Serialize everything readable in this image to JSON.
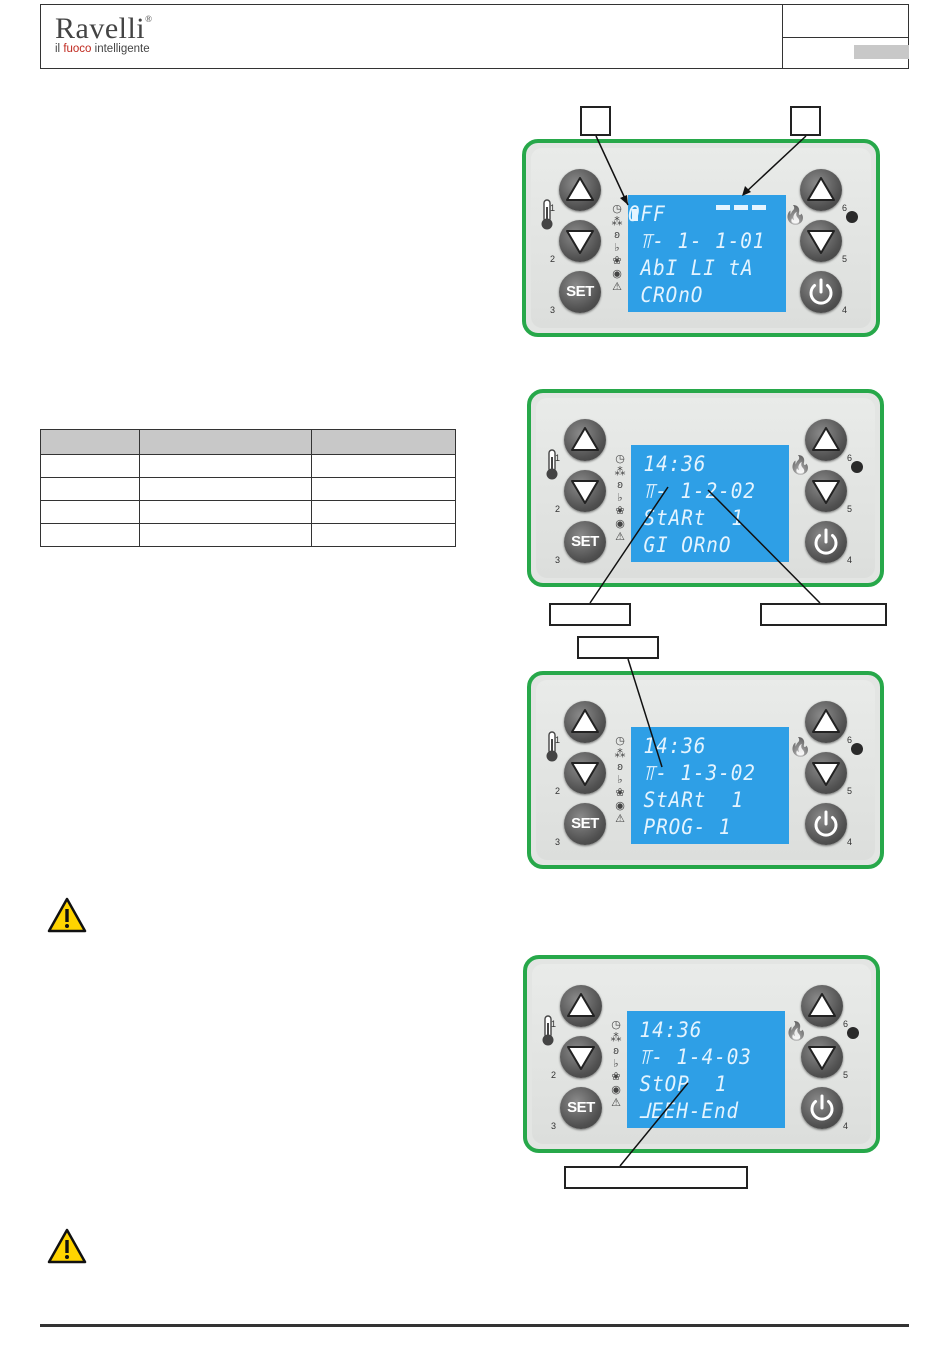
{
  "header": {
    "brand": "Ravelli",
    "registered": "®",
    "tagline_pre": "il ",
    "tagline_red": "fuoco",
    "tagline_post": " intelligente"
  },
  "table": {
    "headers": [
      "",
      "",
      ""
    ],
    "rows": [
      [
        "",
        "",
        ""
      ],
      [
        "",
        "",
        ""
      ],
      [
        "",
        "",
        ""
      ],
      [
        "",
        "",
        ""
      ]
    ]
  },
  "panel_numbers": [
    "1",
    "2",
    "3",
    "4",
    "5",
    "6"
  ],
  "set_label": "SET",
  "displays": [
    {
      "lines": [
        "OFF",
        " ⫪- 1- 1-01",
        " AbI LI tA",
        " CROnO"
      ]
    },
    {
      "lines": [
        " 14:36",
        " ⫪- 1-2-02",
        " StARt  1",
        " GI ORnO"
      ]
    },
    {
      "lines": [
        " 14:36",
        " ⫪- 1-3-02",
        " StARt  1",
        " PROG- 1"
      ]
    },
    {
      "lines": [
        " 14:36",
        " ⫪- 1-4-03",
        " StOP  1",
        " ⅃EEH-End"
      ]
    }
  ],
  "colors": {
    "panel_border": "#27a84a",
    "lcd_background": "#2e9fe6",
    "lcd_text": "#e4f4ff",
    "warning_yellow": "#ffd400"
  },
  "icons": {
    "warning": "warning-triangle-icon",
    "thermometer": "thermometer-icon",
    "flame": "flame-icon",
    "power": "power-icon",
    "up": "arrow-up-icon",
    "down": "arrow-down-icon"
  }
}
